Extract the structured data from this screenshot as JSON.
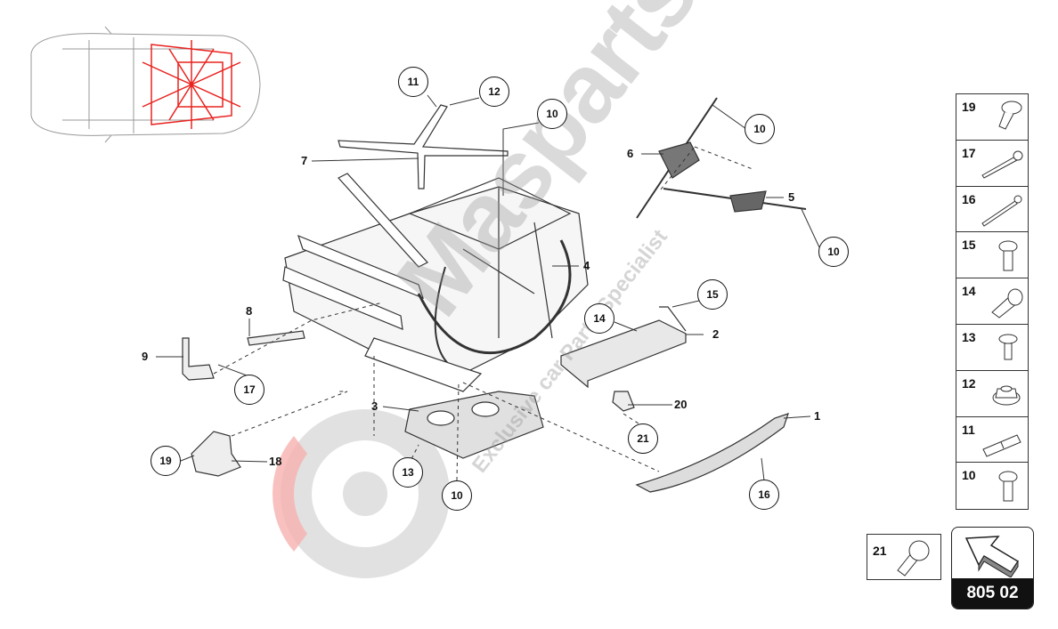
{
  "watermark": {
    "brand": "Masparts",
    "tagline": "Exclusive car Parts Specialist"
  },
  "callouts": [
    {
      "num": "11"
    },
    {
      "num": "12"
    },
    {
      "num": "10"
    },
    {
      "num": "10"
    },
    {
      "num": "10"
    },
    {
      "num": "15"
    },
    {
      "num": "14"
    },
    {
      "num": "17"
    },
    {
      "num": "21"
    },
    {
      "num": "19"
    },
    {
      "num": "13"
    },
    {
      "num": "10"
    },
    {
      "num": "16"
    }
  ],
  "labels": [
    {
      "num": "7"
    },
    {
      "num": "6"
    },
    {
      "num": "5"
    },
    {
      "num": "4"
    },
    {
      "num": "8"
    },
    {
      "num": "2"
    },
    {
      "num": "9"
    },
    {
      "num": "3"
    },
    {
      "num": "20"
    },
    {
      "num": "1"
    },
    {
      "num": "18"
    }
  ],
  "parts_panel": [
    {
      "num": "19",
      "icon": "torx-bolt-icon"
    },
    {
      "num": "17",
      "icon": "long-bolt-icon"
    },
    {
      "num": "16",
      "icon": "long-bolt-icon"
    },
    {
      "num": "15",
      "icon": "flange-bolt-icon"
    },
    {
      "num": "14",
      "icon": "sleeve-icon"
    },
    {
      "num": "13",
      "icon": "button-head-bolt-icon"
    },
    {
      "num": "12",
      "icon": "flange-nut-icon"
    },
    {
      "num": "11",
      "icon": "stud-icon"
    },
    {
      "num": "10",
      "icon": "flange-bolt-icon"
    }
  ],
  "extra_part": {
    "num": "21",
    "icon": "button-head-bolt-icon"
  },
  "navigation": {
    "code": "805 02",
    "icon": "arrow-up-left-icon"
  },
  "colors": {
    "highlight": "#e8231f",
    "line": "#222222",
    "watermark": "#9a9a9a"
  }
}
